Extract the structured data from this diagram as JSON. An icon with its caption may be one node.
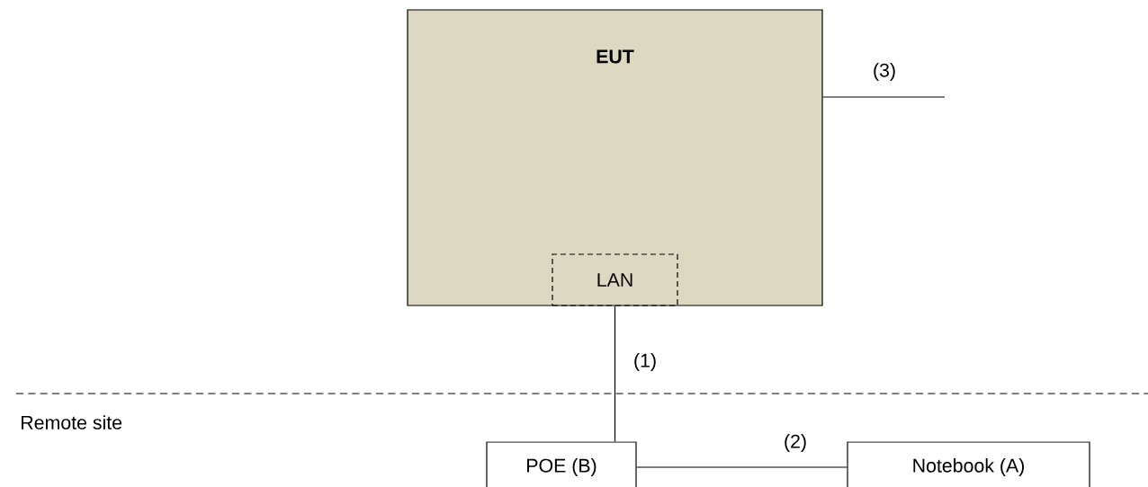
{
  "diagram": {
    "nodes": [
      {
        "text": [
          "EUT"
        ]
      },
      {
        "text": [
          "LAN"
        ],
        "in": 0
      },
      {
        "text": [
          "POE (B)"
        ]
      },
      {
        "text": [
          "Notebook (A)"
        ]
      }
    ],
    "edges": [
      {
        "from": 1,
        "to": 2,
        "arrow": "none",
        "label": "(1)"
      },
      {
        "from": 2,
        "to": 3,
        "arrow": "none",
        "label": "(2)"
      },
      {
        "from": 0,
        "to": null,
        "arrow": "none",
        "label": "(3)"
      }
    ],
    "labels": [
      "Remote site"
    ]
  }
}
